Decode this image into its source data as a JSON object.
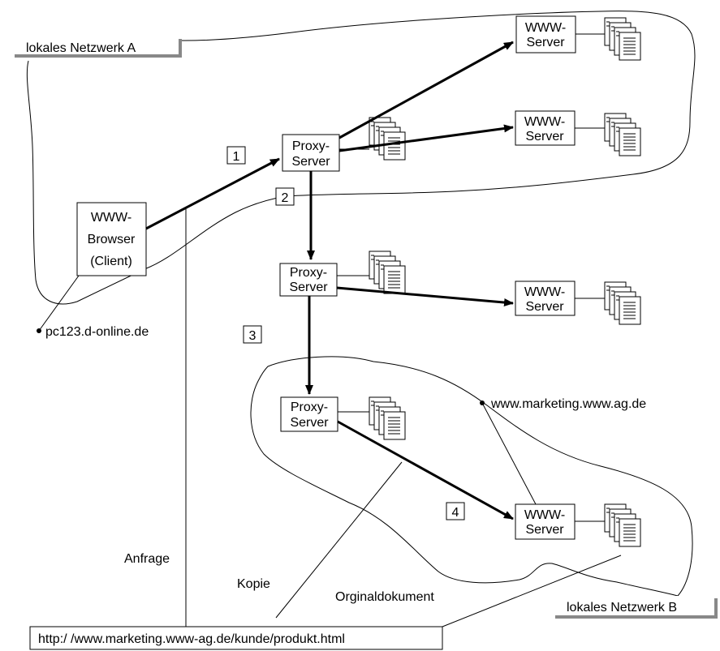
{
  "network_a": {
    "label": "lokales Netzwerk A"
  },
  "network_b": {
    "label": "lokales Netzwerk B"
  },
  "client": {
    "line1": "WWW-",
    "line2": "Browser",
    "line3": "(Client)",
    "host": "pc123.d-online.de"
  },
  "proxy": {
    "line1": "Proxy-",
    "line2": "Server"
  },
  "www_server": {
    "line1": "WWW-",
    "line2": "Server"
  },
  "target_host": "www.marketing.www.ag.de",
  "steps": [
    "1",
    "2",
    "3",
    "4"
  ],
  "labels": {
    "request": "Anfrage",
    "copy": "Kopie",
    "original": "Orginaldokument"
  },
  "url": "http:/ /www.marketing.www-ag.de/kunde/produkt.html"
}
